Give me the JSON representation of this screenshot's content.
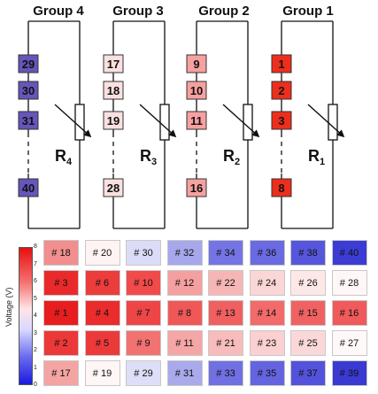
{
  "groups": [
    {
      "title": "Group 4",
      "cells": [
        "29",
        "30",
        "31",
        "40"
      ],
      "resistor": "R",
      "resistor_sub": "4"
    },
    {
      "title": "Group 3",
      "cells": [
        "17",
        "18",
        "19",
        "28"
      ],
      "resistor": "R",
      "resistor_sub": "3"
    },
    {
      "title": "Group 2",
      "cells": [
        "9",
        "10",
        "11",
        "16"
      ],
      "resistor": "R",
      "resistor_sub": "2"
    },
    {
      "title": "Group 1",
      "cells": [
        "1",
        "2",
        "3",
        "8"
      ],
      "resistor": "R",
      "resistor_sub": "1"
    }
  ],
  "group_cell_colors": [
    "#6655bb",
    "#fbe0e0",
    "#f7a0a0",
    "#ee2e1c"
  ],
  "colorbar": {
    "label": "Voltage (V)",
    "ticks": [
      "0",
      "1",
      "2",
      "3",
      "4",
      "5",
      "6",
      "7",
      "8"
    ]
  },
  "heatmap": {
    "rows": [
      [
        {
          "label": "# 18",
          "color": "#f28e8e"
        },
        {
          "label": "# 20",
          "color": "#fff3f3"
        },
        {
          "label": "# 30",
          "color": "#dcdcf8"
        },
        {
          "label": "# 32",
          "color": "#a7a7ec"
        },
        {
          "label": "# 34",
          "color": "#7474e4"
        },
        {
          "label": "# 36",
          "color": "#6a6ae2"
        },
        {
          "label": "# 38",
          "color": "#5656dc"
        },
        {
          "label": "# 40",
          "color": "#3c3cd4"
        }
      ],
      [
        {
          "label": "# 3",
          "color": "#ea2a2a"
        },
        {
          "label": "# 6",
          "color": "#ec3c3c"
        },
        {
          "label": "# 10",
          "color": "#f04a4a"
        },
        {
          "label": "# 12",
          "color": "#f4a0a0"
        },
        {
          "label": "# 22",
          "color": "#f7b6b6"
        },
        {
          "label": "# 24",
          "color": "#fbd6d6"
        },
        {
          "label": "# 26",
          "color": "#fde8e8"
        },
        {
          "label": "# 28",
          "color": "#fff7f7"
        }
      ],
      [
        {
          "label": "# 1",
          "color": "#e81e1e"
        },
        {
          "label": "# 4",
          "color": "#ea2c2c"
        },
        {
          "label": "# 7",
          "color": "#ee4646"
        },
        {
          "label": "# 8",
          "color": "#f05858"
        },
        {
          "label": "# 13",
          "color": "#f06060"
        },
        {
          "label": "# 14",
          "color": "#f26a6a"
        },
        {
          "label": "# 15",
          "color": "#f06262"
        },
        {
          "label": "# 16",
          "color": "#f05a5a"
        }
      ],
      [
        {
          "label": "# 2",
          "color": "#ec3838"
        },
        {
          "label": "# 5",
          "color": "#ec3a3a"
        },
        {
          "label": "# 9",
          "color": "#f27272"
        },
        {
          "label": "# 11",
          "color": "#f5a6a6"
        },
        {
          "label": "# 21",
          "color": "#f8bcbc"
        },
        {
          "label": "# 23",
          "color": "#fad0d0"
        },
        {
          "label": "# 25",
          "color": "#fbd8d8"
        },
        {
          "label": "# 27",
          "color": "#fff8f8"
        }
      ],
      [
        {
          "label": "# 17",
          "color": "#f5a4a4"
        },
        {
          "label": "# 19",
          "color": "#fff6f6"
        },
        {
          "label": "# 29",
          "color": "#dedef8"
        },
        {
          "label": "# 31",
          "color": "#a9a9ec"
        },
        {
          "label": "# 33",
          "color": "#7070e2"
        },
        {
          "label": "# 35",
          "color": "#6464e0"
        },
        {
          "label": "# 37",
          "color": "#5252da"
        },
        {
          "label": "# 39",
          "color": "#3a3ad2"
        }
      ]
    ]
  }
}
